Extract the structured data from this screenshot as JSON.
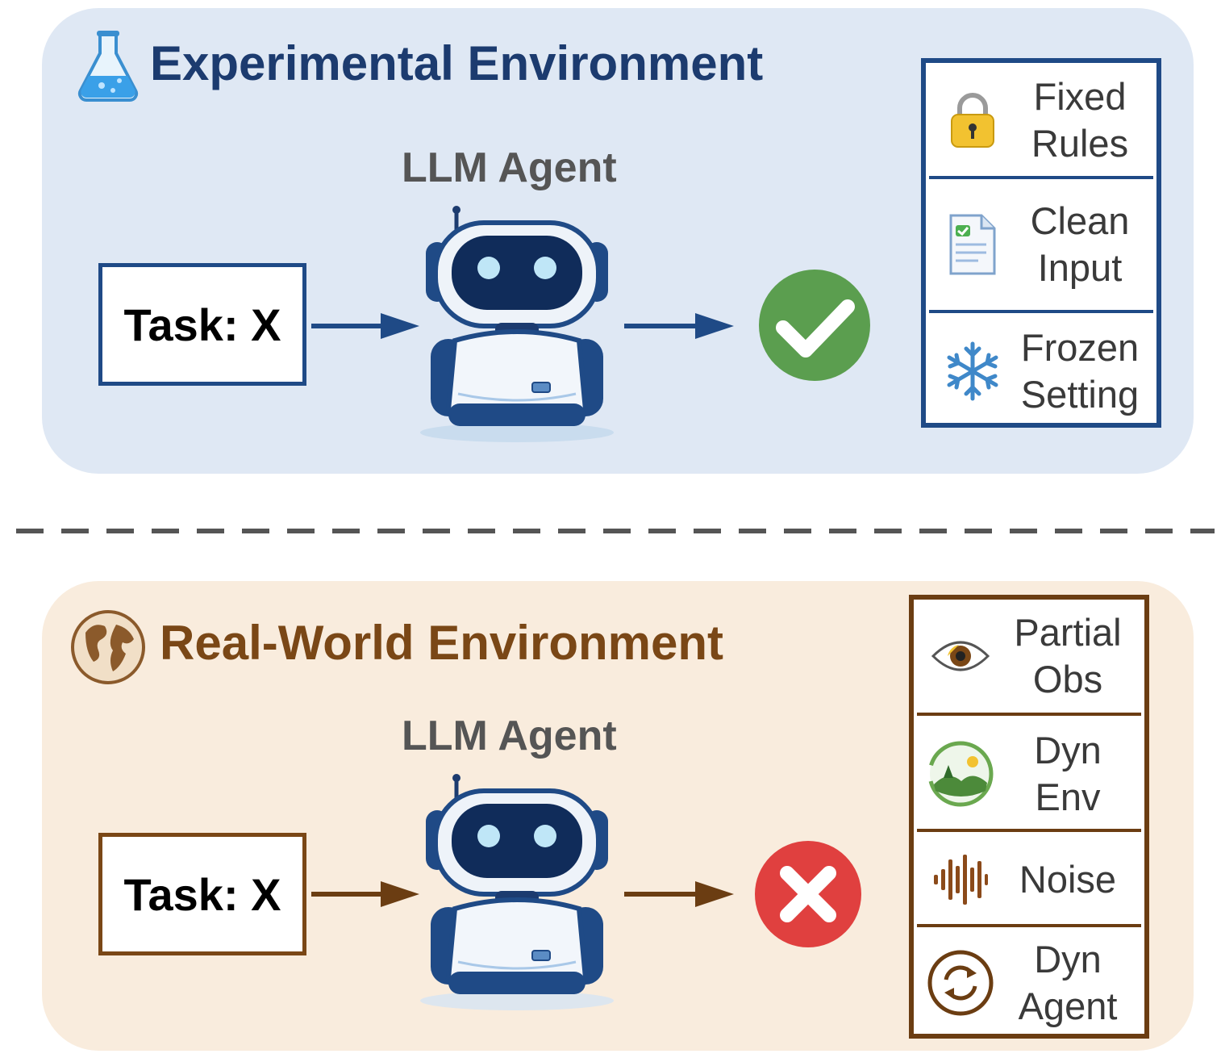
{
  "experimental": {
    "title": "Experimental Environment",
    "agent_label": "LLM Agent",
    "task_label": "Task: X",
    "outcome": "success",
    "properties": [
      {
        "line1": "Fixed",
        "line2": "Rules",
        "icon": "lock-icon"
      },
      {
        "line1": "Clean",
        "line2": "Input",
        "icon": "document-icon"
      },
      {
        "line1": "Frozen",
        "line2": "Setting",
        "icon": "snowflake-icon"
      }
    ],
    "accent_color": "#1f4a86",
    "background_color": "#dfe8f4"
  },
  "real_world": {
    "title": "Real-World Environment",
    "agent_label": "LLM Agent",
    "task_label": "Task: X",
    "outcome": "failure",
    "properties": [
      {
        "line1": "Partial",
        "line2": "Obs",
        "icon": "eye-icon"
      },
      {
        "line1": "Dyn",
        "line2": "Env",
        "icon": "landscape-cycle-icon"
      },
      {
        "line1": "Noise",
        "line2": "",
        "icon": "soundwave-icon"
      },
      {
        "line1": "Dyn",
        "line2": "Agent",
        "icon": "refresh-icon"
      }
    ],
    "accent_color": "#7a4716",
    "background_color": "#f9ecdd"
  }
}
